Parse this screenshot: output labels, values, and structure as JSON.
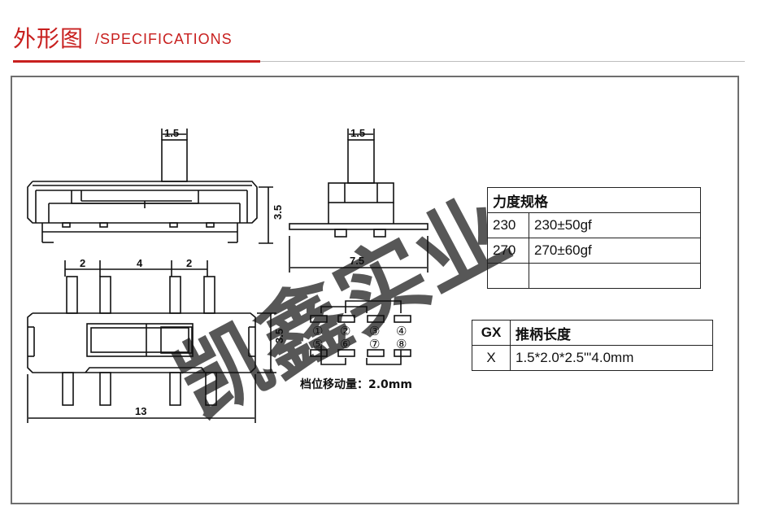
{
  "header": {
    "title_cn": "外形图",
    "title_en": "/SPECIFICATIONS",
    "accent_color": "#c8201f"
  },
  "watermark": "凯鑫实业",
  "dimensions": {
    "top_handle": "1.5",
    "top_height": "3.5",
    "side_handle": "1.5",
    "side_width": "7.5",
    "pin_left": "2",
    "pin_middle": "4",
    "pin_right": "2",
    "front_height": "3.5",
    "front_width": "13"
  },
  "pins": [
    "①",
    "②",
    "③",
    "④",
    "⑤",
    "⑥",
    "⑦",
    "⑧"
  ],
  "travel_label": "档位移动量：2.0mm",
  "force_table": {
    "header": "力度规格",
    "rows": [
      [
        "230",
        "230±50gf"
      ],
      [
        "270",
        "270±60gf"
      ],
      [
        "",
        ""
      ]
    ]
  },
  "gx_table": {
    "rows": [
      [
        "GX",
        "推柄长度"
      ],
      [
        "X",
        "1.5*2.0*2.5\"'4.0mm"
      ]
    ]
  }
}
